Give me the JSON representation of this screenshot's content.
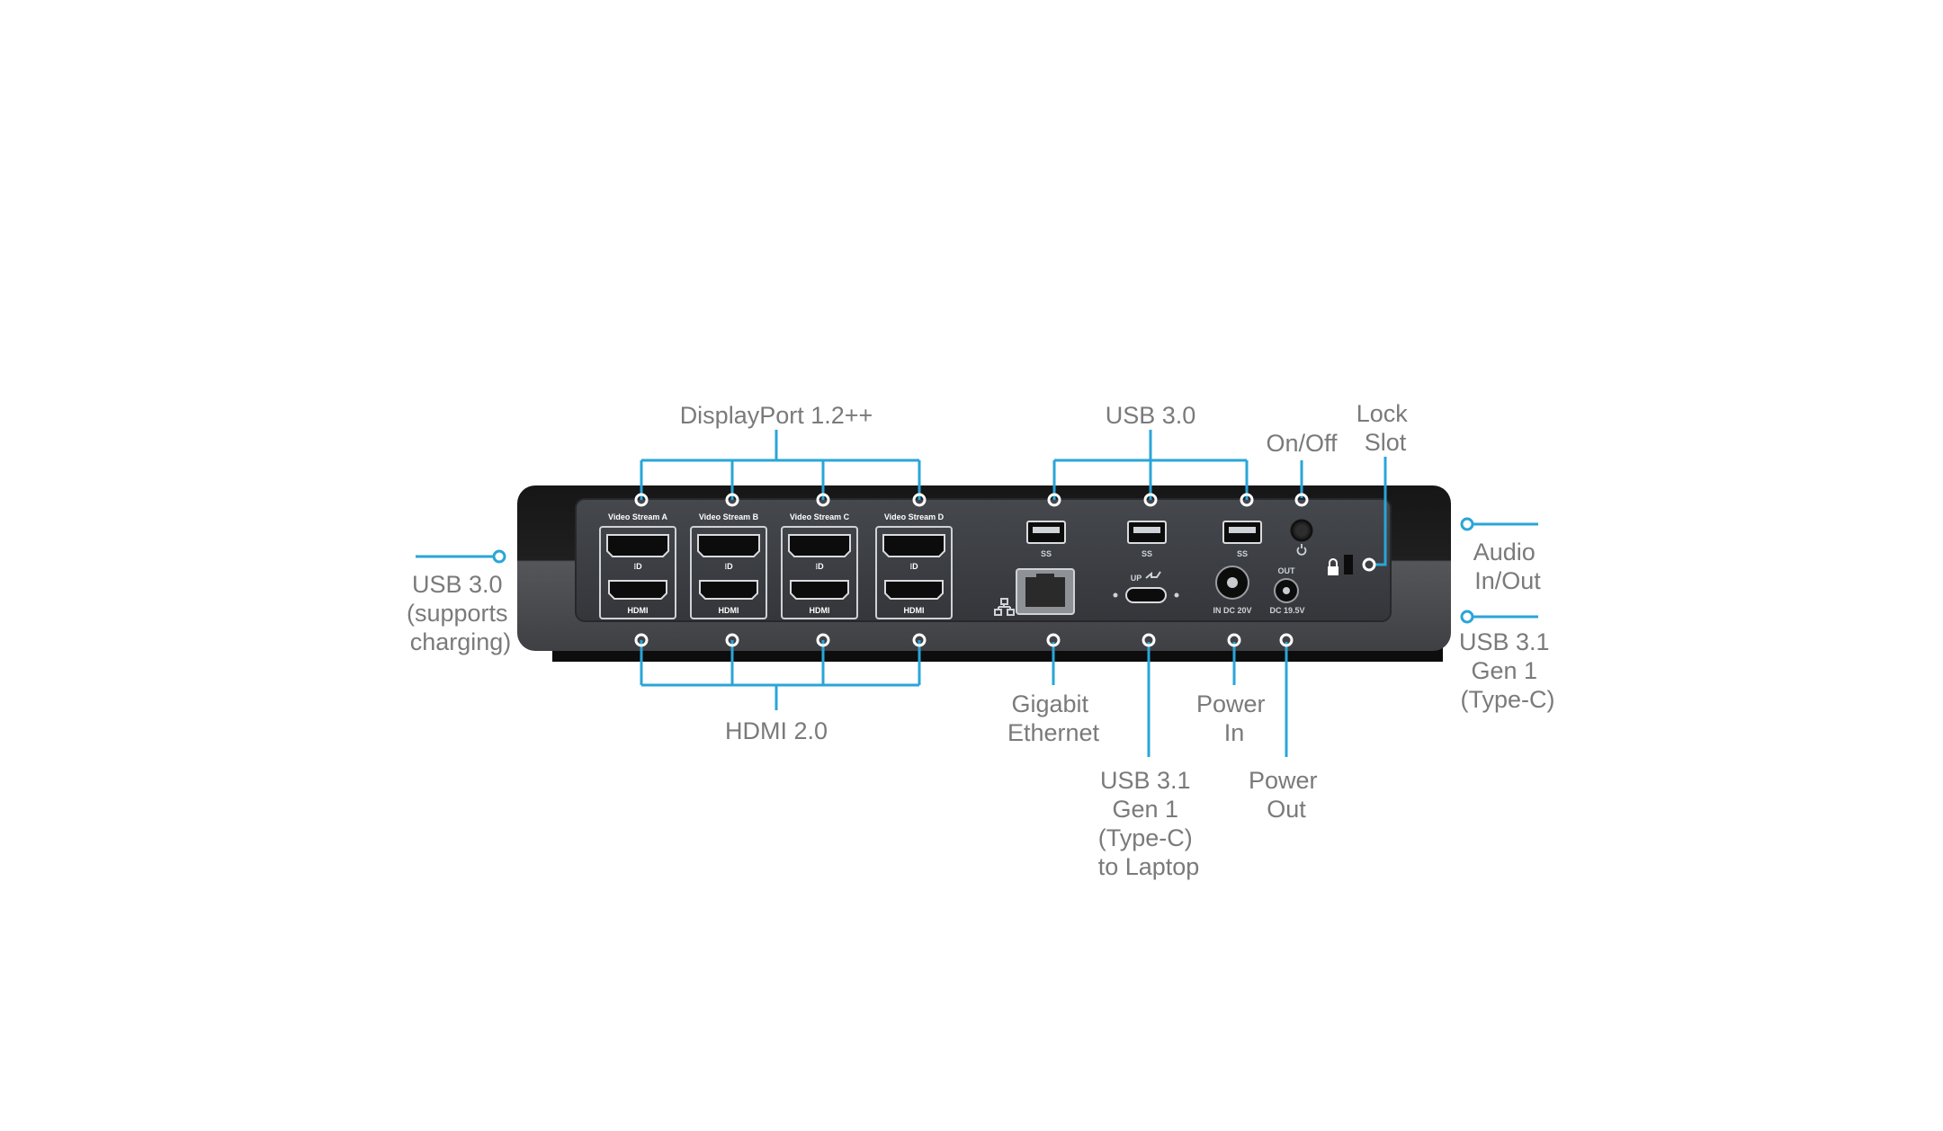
{
  "labels": {
    "displayport": "DisplayPort 1.2++",
    "hdmi20": "HDMI 2.0",
    "usb30_top": "USB 3.0",
    "onoff": "On/Off",
    "lock": [
      "Lock",
      "Slot"
    ],
    "usb30_left": [
      "USB 3.0",
      "(supports",
      "charging)"
    ],
    "audio": [
      "Audio",
      "In/Out"
    ],
    "usb31_right": [
      "USB 3.1",
      "Gen 1",
      "(Type-C)"
    ],
    "gigabit": [
      "Gigabit",
      "Ethernet"
    ],
    "usb31_laptop": [
      "USB 3.1",
      "Gen 1",
      "(Type-C)",
      "to Laptop"
    ],
    "power_in": [
      "Power",
      "In"
    ],
    "power_out": [
      "Power",
      "Out"
    ]
  },
  "panel": {
    "video_streams": [
      "Video Stream A",
      "Video Stream B",
      "Video Stream C",
      "Video Stream D"
    ],
    "hdmi_port_label": "HDMI",
    "usb_port_label": "SS",
    "up_label": "UP",
    "dc_in_label": "IN DC 20V",
    "dc_out_top": "OUT",
    "dc_out_label": "DC 19.5V"
  },
  "colors": {
    "callout": "#2aa5d8",
    "label_text": "#7a7a7a",
    "dock_top": "#1c1c1c",
    "dock_bottom": "#4a4c50",
    "panel": "#3a3d42"
  }
}
